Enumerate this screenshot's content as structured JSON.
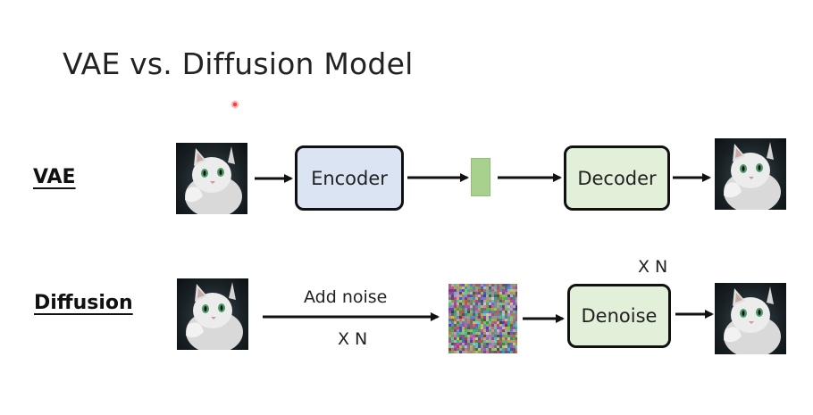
{
  "slide": {
    "title": "VAE vs. Diffusion Model"
  },
  "vae_row": {
    "label": "VAE",
    "encoder_label": "Encoder",
    "decoder_label": "Decoder"
  },
  "diffusion_row": {
    "label": "Diffusion",
    "add_noise_label": "Add noise",
    "repeat_label_forward": "X N",
    "denoise_label": "Denoise",
    "repeat_label_reverse": "X N"
  },
  "colors": {
    "encoder_fill": "#dae4f3",
    "decoder_fill": "#e3f0d9",
    "denoise_fill": "#e3f0d9",
    "latent_fill": "#a9d18e",
    "pointer_dot": "#ff3a3a"
  },
  "images": {
    "input_image": "cat-photo",
    "output_image": "cat-photo",
    "noise_image": "gaussian-noise"
  }
}
